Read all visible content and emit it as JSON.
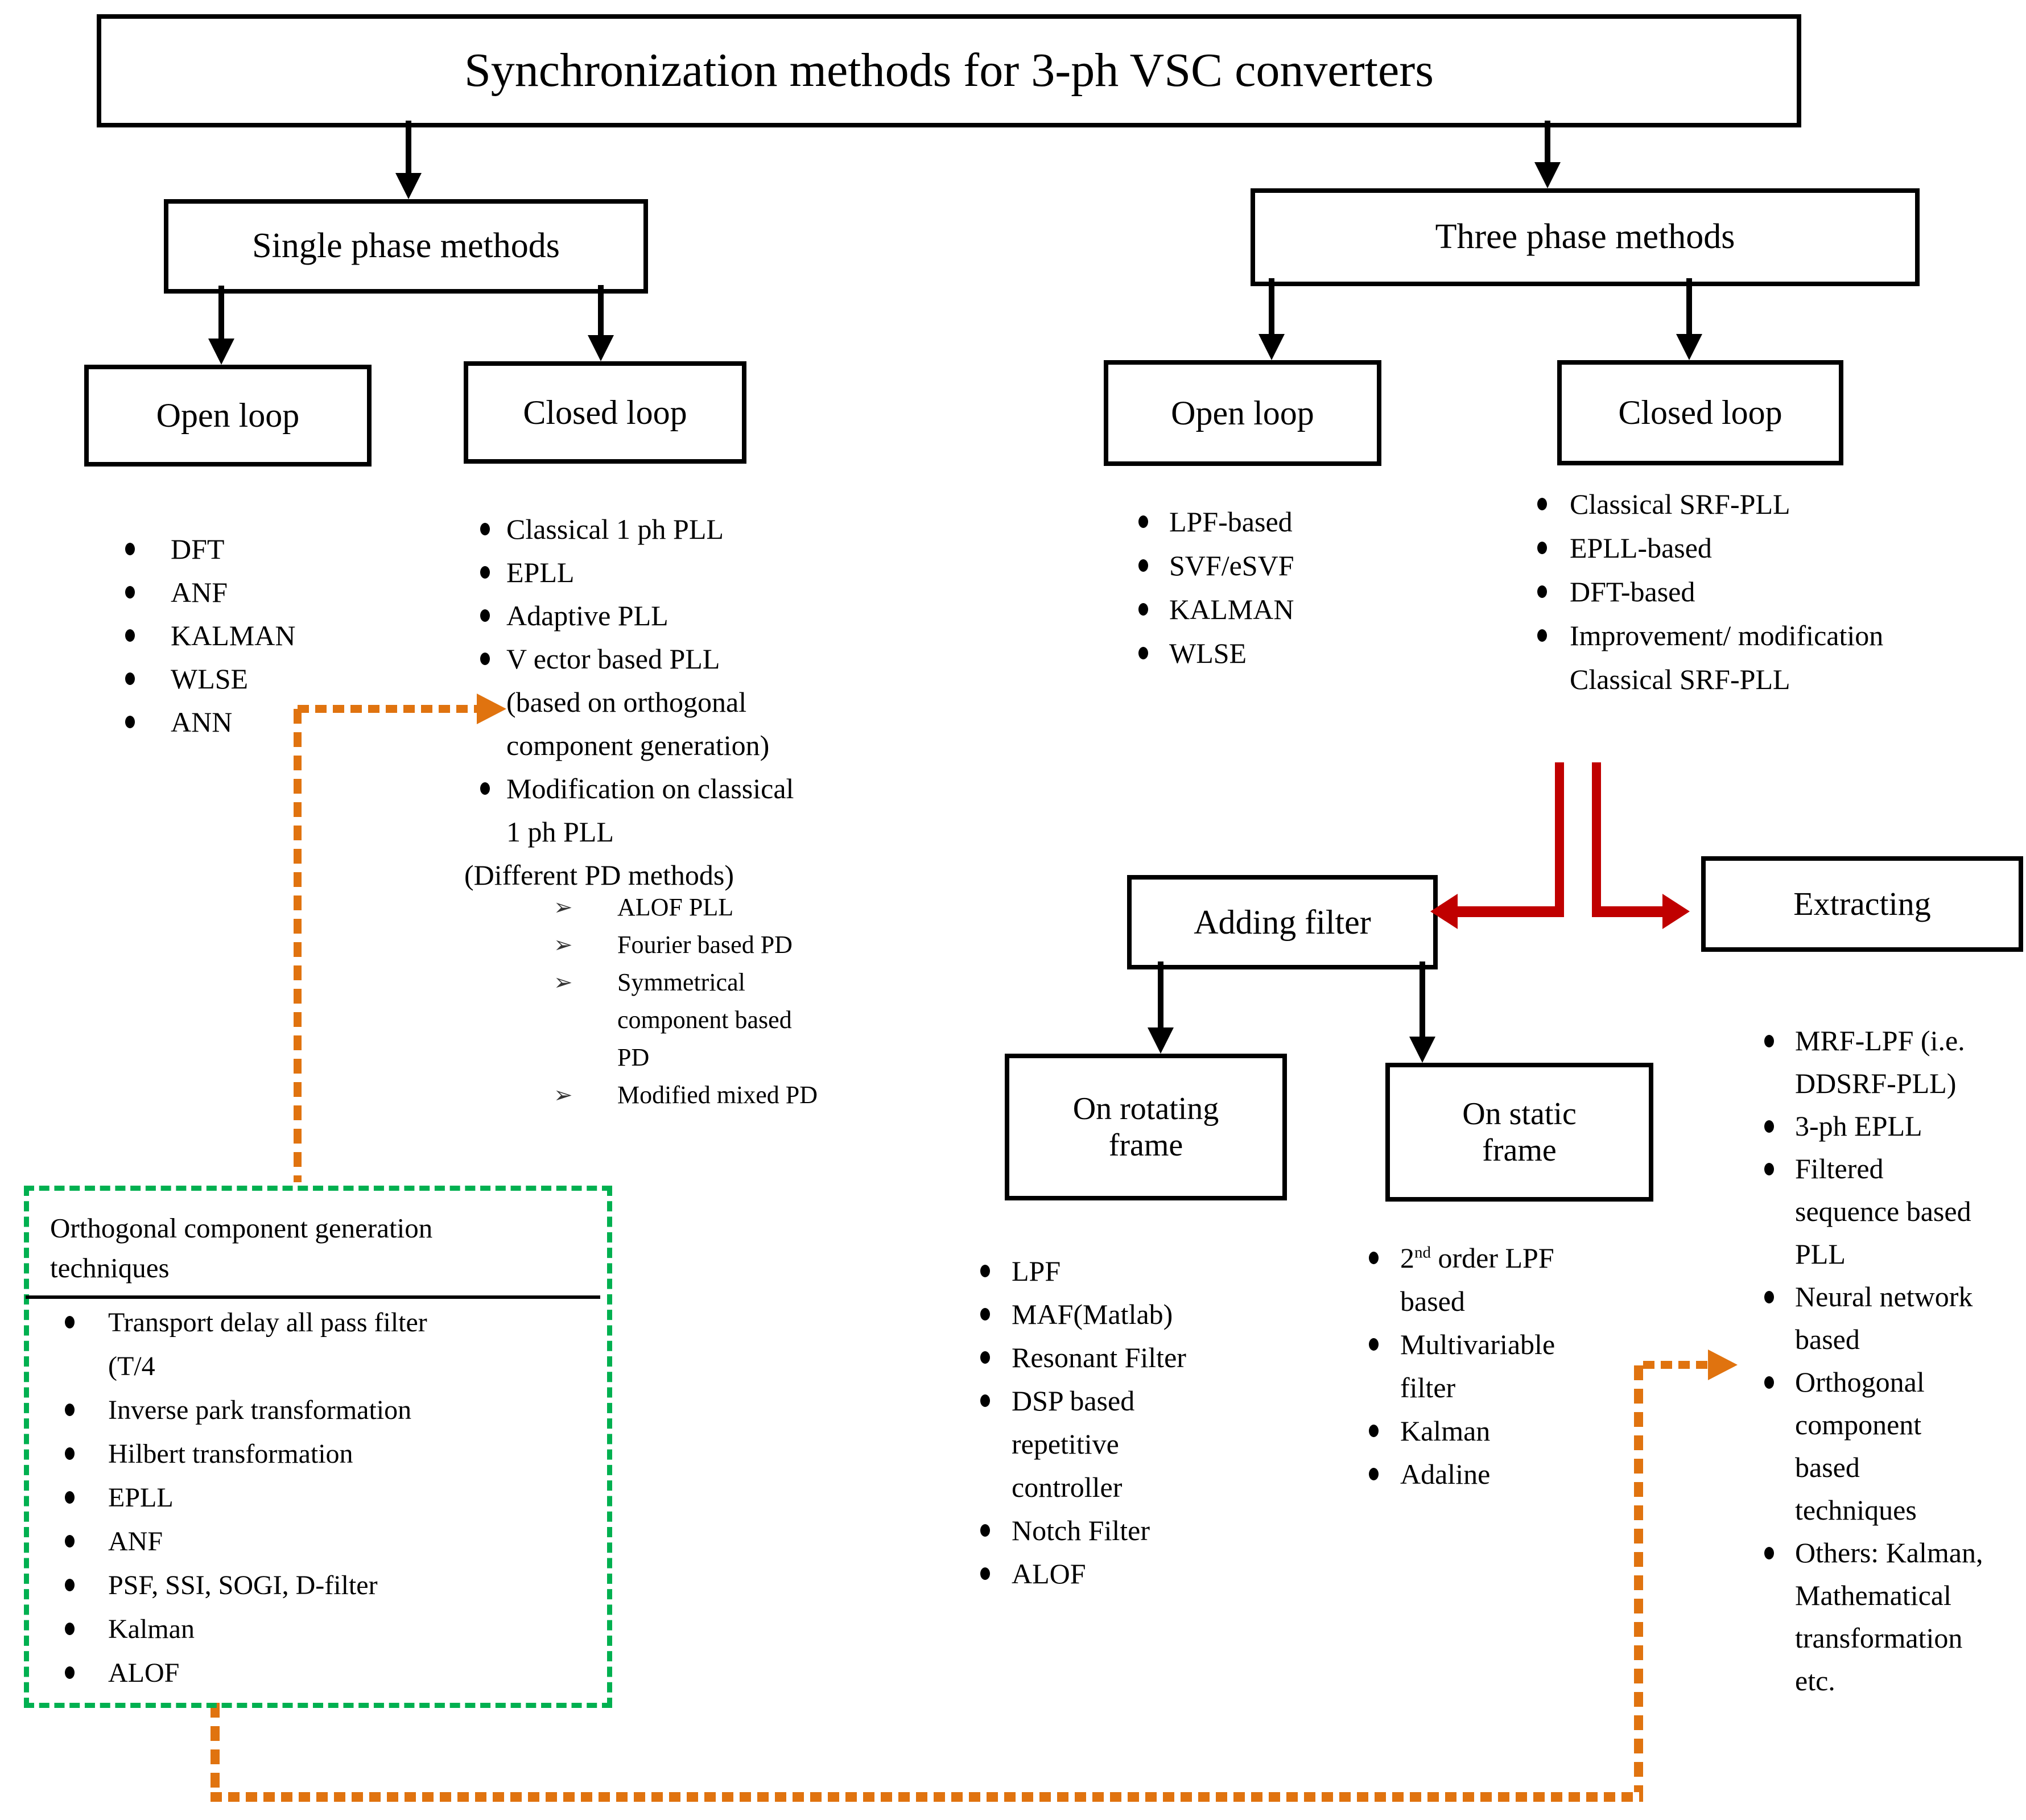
{
  "diagram": {
    "title": "Synchronization methods for 3-ph VSC converters",
    "nodes": {
      "single": "Single phase methods",
      "three": "Three phase methods",
      "open_single": "Open loop",
      "closed_single": "Closed loop",
      "open_three": "Open loop",
      "closed_three": "Closed loop",
      "adding": "Adding filter",
      "extracting": "Extracting",
      "rotating": "On rotating\nframe",
      "static": "On static\nframe"
    },
    "lists": {
      "single_open": [
        "DFT",
        "ANF",
        "KALMAN",
        "WLSE",
        "ANN"
      ],
      "single_closed": [
        {
          "t": "Classical 1 ph PLL"
        },
        {
          "t": "EPLL"
        },
        {
          "t": "Adaptive PLL"
        },
        {
          "t": "V ector based PLL"
        },
        {
          "t": "(based on orthogonal",
          "cont": true
        },
        {
          "t": "component generation)",
          "cont": true
        },
        {
          "t": "Modification on classical"
        },
        {
          "t": "1 ph PLL",
          "cont": true
        },
        {
          "t": "(Different PD methods)",
          "out": true
        }
      ],
      "single_closed_sub": [
        {
          "t": "ALOF PLL"
        },
        {
          "t": "Fourier based PD"
        },
        {
          "t": "Symmetrical"
        },
        {
          "t": "component based",
          "cont": true
        },
        {
          "t": "PD",
          "cont": true
        },
        {
          "t": "Modified mixed PD"
        }
      ],
      "three_open": [
        "LPF-based",
        "SVF/eSVF",
        "KALMAN",
        "WLSE"
      ],
      "three_closed": [
        {
          "t": "Classical SRF-PLL"
        },
        {
          "t": "EPLL-based"
        },
        {
          "t": "DFT-based"
        },
        {
          "t": "Improvement/ modification"
        },
        {
          "t": "Classical SRF-PLL",
          "cont": true
        }
      ],
      "rotating": [
        {
          "t": "LPF"
        },
        {
          "t": "MAF(Matlab)"
        },
        {
          "t": "Resonant Filter"
        },
        {
          "t": "DSP based"
        },
        {
          "t": "repetitive",
          "cont": true
        },
        {
          "t": "controller",
          "cont": true
        },
        {
          "t": "Notch Filter"
        },
        {
          "t": "ALOF"
        }
      ],
      "static": [
        {
          "pre": "2",
          "sup": "nd",
          "t": " order LPF"
        },
        {
          "t": "based",
          "cont": true
        },
        {
          "t": "Multivariable"
        },
        {
          "t": "filter",
          "cont": true
        },
        {
          "t": "Kalman"
        },
        {
          "t": "Adaline"
        }
      ],
      "extracting": [
        {
          "t": "MRF-LPF (i.e."
        },
        {
          "t": "DDSRF-PLL)",
          "cont": true
        },
        {
          "t": "3-ph EPLL"
        },
        {
          "t": "Filtered"
        },
        {
          "t": "sequence based",
          "cont": true
        },
        {
          "t": "PLL",
          "cont": true
        },
        {
          "t": "Neural network"
        },
        {
          "t": "based",
          "cont": true
        },
        {
          "t": "Orthogonal"
        },
        {
          "t": "component",
          "cont": true
        },
        {
          "t": "based",
          "cont": true
        },
        {
          "t": "techniques",
          "cont": true
        },
        {
          "t": "Others: Kalman,"
        },
        {
          "t": "Mathematical",
          "cont": true
        },
        {
          "t": "transformation",
          "cont": true
        },
        {
          "t": "etc.",
          "cont": true
        }
      ],
      "ortho": [
        {
          "t": "Transport delay all pass filter"
        },
        {
          "t": "(T/4",
          "cont": true
        },
        {
          "t": "Inverse park transformation"
        },
        {
          "t": "Hilbert transformation"
        },
        {
          "t": "EPLL"
        },
        {
          "t": "ANF"
        },
        {
          "t": "PSF, SSI, SOGI, D-filter"
        },
        {
          "t": "Kalman"
        },
        {
          "t": "ALOF"
        }
      ]
    },
    "ortho_heading": "Orthogonal component generation\ntechniques",
    "glyphs": {
      "sub_marker": "➢"
    },
    "colors": {
      "red": "#C00000",
      "orange": "#E0730F",
      "green": "#00B050"
    }
  }
}
